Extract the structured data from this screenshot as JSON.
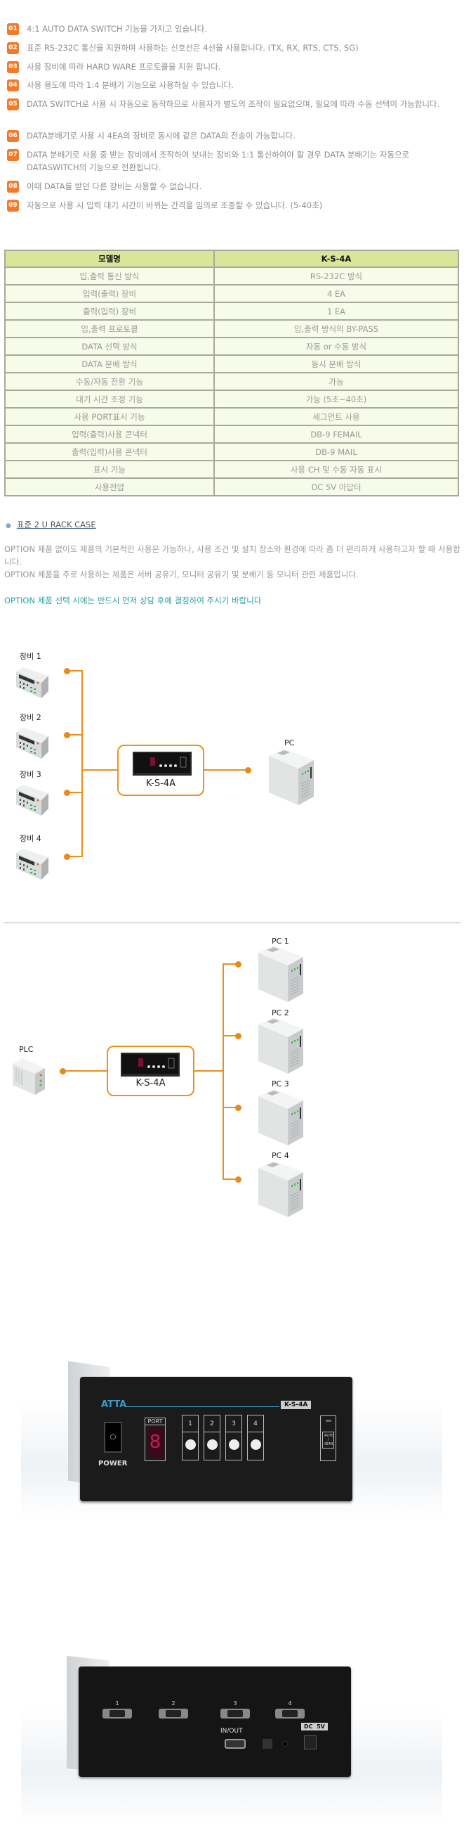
{
  "features": [
    {
      "num": "01",
      "text": "4:1 AUTO DATA SWITCH 기능을 가지고 있습니다."
    },
    {
      "num": "02",
      "text": "표준 RS-232C 통신을 지원하며 사용하는 신호선은 4선을 사용합니다. (TX, RX, RTS, CTS, SG)"
    },
    {
      "num": "03",
      "text": "사용 장비에 따라 HARD WARE 프로토콜을 지원 합니다."
    },
    {
      "num": "04",
      "text": "사용 용도에 따라 1:4 분배기 기능으로 사용하실 수 있습니다."
    },
    {
      "num": "05",
      "text": "DATA SWITCH로 사용 시 자동으로 동작하므로 사용자가 별도의 조작이 필요없으며, 필요에 따라 수동 선택이 가능합니다."
    },
    {
      "num": "06",
      "text": "DATA분배기로 사용 시 4EA의 장비로 동시에 같은 DATA의 전송이 가능합니다."
    },
    {
      "num": "07",
      "text": "DATA 분배기로 사용 중 받는 장비에서 조작하여 보내는 장비와 1:1 통신하여야 할 경우 DATA 분배기는 자동으로 DATASWITCH의 기능으로 전환됩니다."
    },
    {
      "num": "08",
      "text": "이때 DATA를 받던 다른 장비는 사용할 수 없습니다."
    },
    {
      "num": "09",
      "text": "자동으로 사용 시 입력 대기 시간이 바뀌는 간격을 임의로 조종할 수 있습니다. (5-40초)"
    }
  ],
  "spec_table": {
    "headers": [
      "모델명",
      "K-S-4A"
    ],
    "rows": [
      [
        "입,출력 통신 방식",
        "RS-232C 방식"
      ],
      [
        "입력(출력) 장비",
        "4 EA"
      ],
      [
        "출력(입력) 장비",
        "1 EA"
      ],
      [
        "입,출력 프로토콜",
        "입,출력 방식의 BY-PASS"
      ],
      [
        "DATA 선택 방식",
        "자동 or 수동 방식"
      ],
      [
        "DATA 분배 방식",
        "동시 분배 방식"
      ],
      [
        "수동/자동 전환 기능",
        "가능"
      ],
      [
        "대기 시간 조정 기능",
        "가능 (5초~40초)"
      ],
      [
        "사용 PORT표시 기능",
        "세그먼트 사용"
      ],
      [
        "입력(출력)사용 콘넥터",
        "DB-9 FEMAIL"
      ],
      [
        "출력(입력)사용 콘넥터",
        "DB-9 MAIL"
      ],
      [
        "표시 기능",
        "사용 CH 및 수동 자동 표시"
      ],
      [
        "사용전압",
        "DC 5V 아답터"
      ]
    ]
  },
  "option": {
    "link": "표준 2 U RACK CASE",
    "para1": "OPTION 제품 없이도 제품의 기본적인 사용은 가능하나, 사용 조건 및 설치 장소와 환경에 따라 좀 더 편리하게 사용하고자 할 때 사용합니다.",
    "para2": "OPTION 제품을 주로 사용하는 제품은 서버 공유기, 모니터 공유기 및 분배기 등 모니터 관련 제품입니다.",
    "notice": "OPTION 제품 선택 시에는 반드시 먼저 상담 후에 결정하여 주시기 바랍니다"
  },
  "diagram1": {
    "devices": [
      "장비 1",
      "장비 2",
      "장비 3",
      "장비 4"
    ],
    "switch": "K-S-4A",
    "pc": "PC"
  },
  "diagram2": {
    "plc": "PLC",
    "switch": "K-S-4A",
    "pcs": [
      "PC 1",
      "PC 2",
      "PC 3",
      "PC 4"
    ]
  },
  "photo_front": {
    "brand": "ATTA",
    "model": "K-S-4A",
    "port": "PORT",
    "buttons": [
      "1",
      "2",
      "3",
      "4"
    ],
    "power": "POWER",
    "mode_top": "AUTO",
    "mode_bottom": "SEMI"
  },
  "photo_rear": {
    "ports": [
      "1",
      "2",
      "3",
      "4"
    ],
    "inout": "IN/OUT",
    "dc": "DC  5V"
  },
  "colors": {
    "badge": "#f47a2b",
    "table_header": "#dbe59a",
    "table_row": "#f7fbe9",
    "notice": "#2aa5a0",
    "line": "#e8901e"
  }
}
